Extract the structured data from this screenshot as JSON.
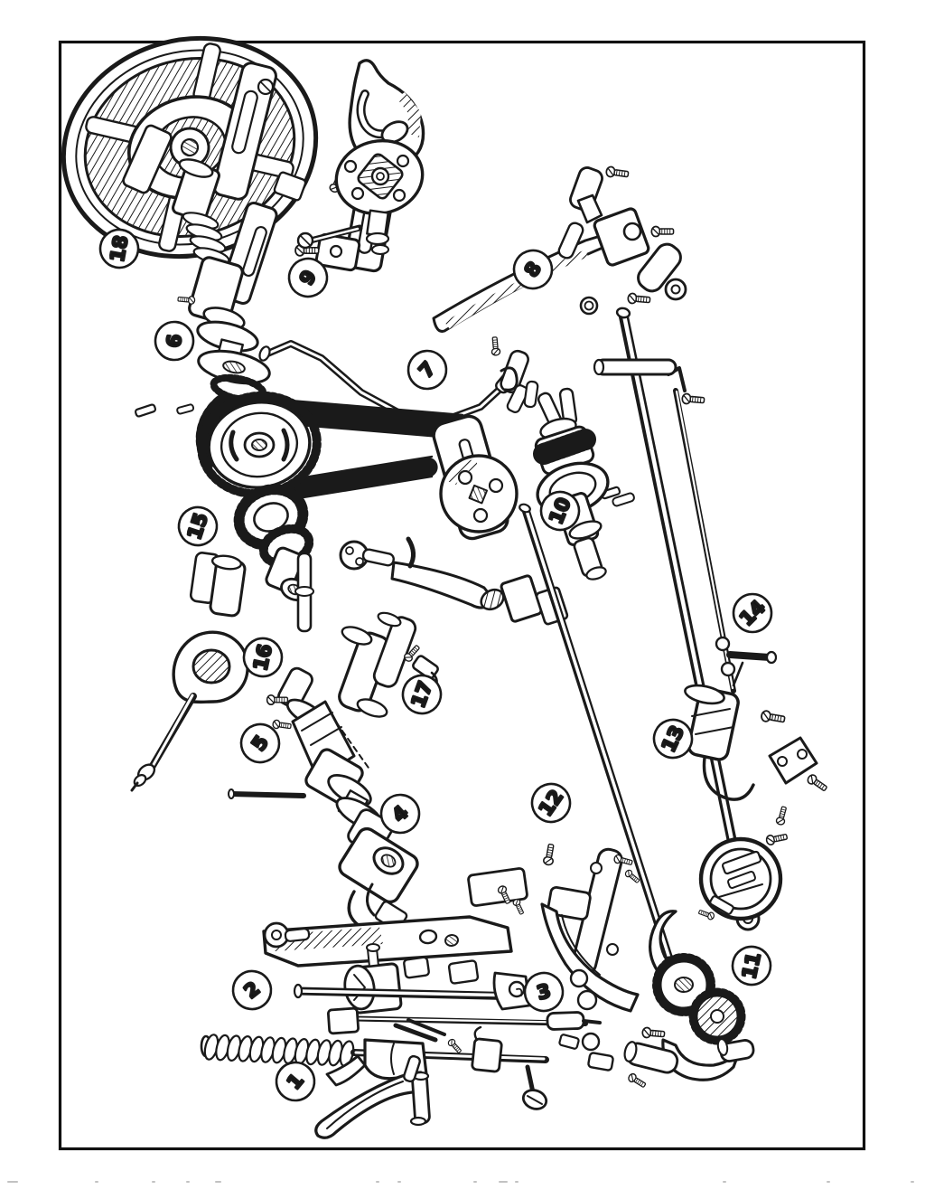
{
  "figure": {
    "type": "exploded-parts-diagram",
    "subject": "sewing machine mechanism exploded view line drawing",
    "colors": {
      "paper": "#ffffff",
      "ink": "#1a1a1a",
      "frame": "#111111"
    },
    "callouts": [
      {
        "label": "1"
      },
      {
        "label": "2"
      },
      {
        "label": "3"
      },
      {
        "label": "4"
      },
      {
        "label": "5"
      },
      {
        "label": "6"
      },
      {
        "label": "7"
      },
      {
        "label": "8"
      },
      {
        "label": "9"
      },
      {
        "label": "10"
      },
      {
        "label": "11"
      },
      {
        "label": "12"
      },
      {
        "label": "13"
      },
      {
        "label": "14"
      },
      {
        "label": "15"
      },
      {
        "label": "16"
      },
      {
        "label": "17"
      },
      {
        "label": "18"
      }
    ]
  }
}
